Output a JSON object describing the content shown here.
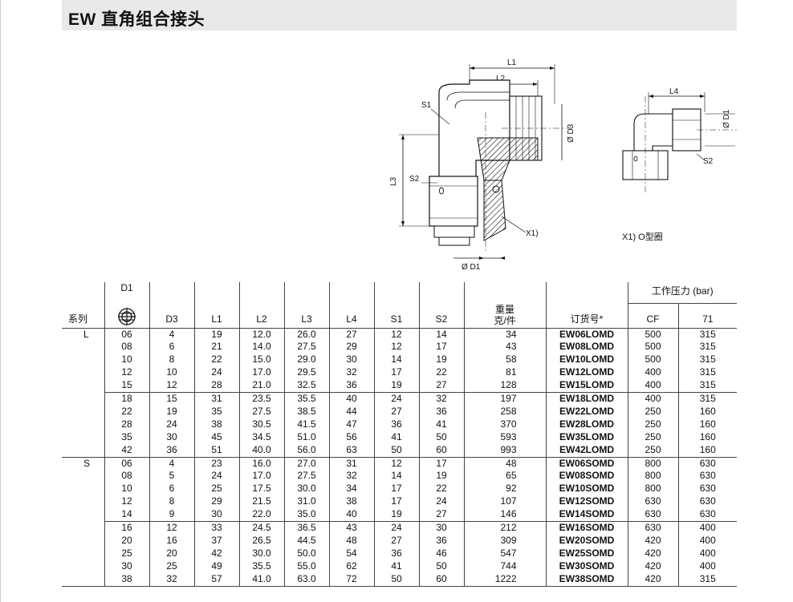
{
  "title": "EW  直角组合接头",
  "drawing_labels": {
    "L1": "L1",
    "L2": "L2",
    "L3": "L3",
    "L4": "L4",
    "S1": "S1",
    "S2": "S2",
    "D1": "Ø D1",
    "D3": "Ø D3",
    "X1": "X1)"
  },
  "note": "X1) O型圈",
  "table": {
    "headers": {
      "series": "系列",
      "D1": "D1",
      "D3": "D3",
      "L1": "L1",
      "L2": "L2",
      "L3": "L3",
      "L4": "L4",
      "S1": "S1",
      "S2": "S2",
      "weight_line1": "重量",
      "weight_line2": "克/件",
      "order": "订货号*",
      "pressure": "工作压力 (bar)",
      "CF": "CF",
      "p71": "71"
    },
    "groups": [
      {
        "series": "L",
        "rows": [
          [
            "06",
            "4",
            "19",
            "12.0",
            "26.0",
            "27",
            "12",
            "14",
            "34",
            "EW06LOMD",
            "500",
            "315"
          ],
          [
            "08",
            "6",
            "21",
            "14.0",
            "27.5",
            "29",
            "12",
            "17",
            "43",
            "EW08LOMD",
            "500",
            "315"
          ],
          [
            "10",
            "8",
            "22",
            "15.0",
            "29.0",
            "30",
            "14",
            "19",
            "58",
            "EW10LOMD",
            "500",
            "315"
          ],
          [
            "12",
            "10",
            "24",
            "17.0",
            "29.5",
            "32",
            "17",
            "22",
            "81",
            "EW12LOMD",
            "400",
            "315"
          ],
          [
            "15",
            "12",
            "28",
            "21.0",
            "32.5",
            "36",
            "19",
            "27",
            "128",
            "EW15LOMD",
            "400",
            "315"
          ]
        ]
      },
      {
        "series": "",
        "rows": [
          [
            "18",
            "15",
            "31",
            "23.5",
            "35.5",
            "40",
            "24",
            "32",
            "197",
            "EW18LOMD",
            "400",
            "315"
          ],
          [
            "22",
            "19",
            "35",
            "27.5",
            "38.5",
            "44",
            "27",
            "36",
            "258",
            "EW22LOMD",
            "250",
            "160"
          ],
          [
            "28",
            "24",
            "38",
            "30.5",
            "41.5",
            "47",
            "36",
            "41",
            "370",
            "EW28LOMD",
            "250",
            "160"
          ],
          [
            "35",
            "30",
            "45",
            "34.5",
            "51.0",
            "56",
            "41",
            "50",
            "593",
            "EW35LOMD",
            "250",
            "160"
          ],
          [
            "42",
            "36",
            "51",
            "40.0",
            "56.0",
            "63",
            "50",
            "60",
            "993",
            "EW42LOMD",
            "250",
            "160"
          ]
        ]
      },
      {
        "series": "S",
        "rows": [
          [
            "06",
            "4",
            "23",
            "16.0",
            "27.0",
            "31",
            "12",
            "17",
            "48",
            "EW06SOMD",
            "800",
            "630"
          ],
          [
            "08",
            "5",
            "24",
            "17.0",
            "27.5",
            "32",
            "14",
            "19",
            "65",
            "EW08SOMD",
            "800",
            "630"
          ],
          [
            "10",
            "6",
            "25",
            "17.5",
            "30.0",
            "34",
            "17",
            "22",
            "92",
            "EW10SOMD",
            "800",
            "630"
          ],
          [
            "12",
            "8",
            "29",
            "21.5",
            "31.0",
            "38",
            "17",
            "24",
            "107",
            "EW12SOMD",
            "630",
            "630"
          ],
          [
            "14",
            "9",
            "30",
            "22.0",
            "35.0",
            "40",
            "19",
            "27",
            "146",
            "EW14SOMD",
            "630",
            "630"
          ]
        ]
      },
      {
        "series": "",
        "rows": [
          [
            "16",
            "12",
            "33",
            "24.5",
            "36.5",
            "43",
            "24",
            "30",
            "212",
            "EW16SOMD",
            "630",
            "400"
          ],
          [
            "20",
            "16",
            "37",
            "26.5",
            "44.5",
            "48",
            "27",
            "36",
            "309",
            "EW20SOMD",
            "420",
            "400"
          ],
          [
            "25",
            "20",
            "42",
            "30.0",
            "50.0",
            "54",
            "36",
            "46",
            "547",
            "EW25SOMD",
            "420",
            "400"
          ],
          [
            "30",
            "25",
            "49",
            "35.5",
            "55.0",
            "62",
            "41",
            "50",
            "744",
            "EW30SOMD",
            "420",
            "400"
          ],
          [
            "38",
            "32",
            "57",
            "41.0",
            "63.0",
            "72",
            "50",
            "60",
            "1222",
            "EW38SOMD",
            "420",
            "315"
          ]
        ]
      }
    ]
  }
}
